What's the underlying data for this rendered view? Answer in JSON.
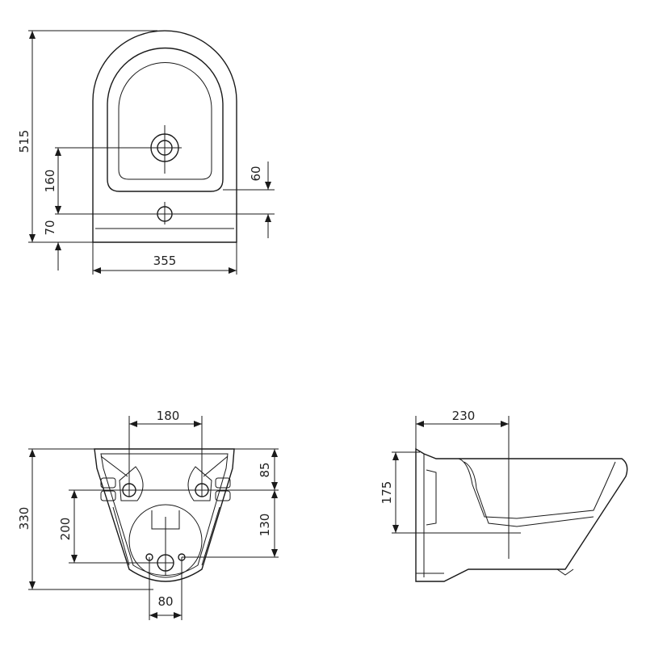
{
  "views": {
    "top": {
      "width_label": "355",
      "depth_label": "515",
      "hole_distance_label": "160",
      "rear_hole_label": "70",
      "rim_offset_label": "60"
    },
    "rear": {
      "bolt_spacing_label": "180",
      "bolt_height_label": "85",
      "bolt_to_drain_label": "130",
      "height_label": "330",
      "drain_height_label": "200",
      "supply_spacing_label": "80"
    },
    "side": {
      "projection_label": "230",
      "bolt_height_label": "175"
    }
  },
  "colors": {
    "line": "#1a1a1a",
    "background": "#ffffff"
  }
}
